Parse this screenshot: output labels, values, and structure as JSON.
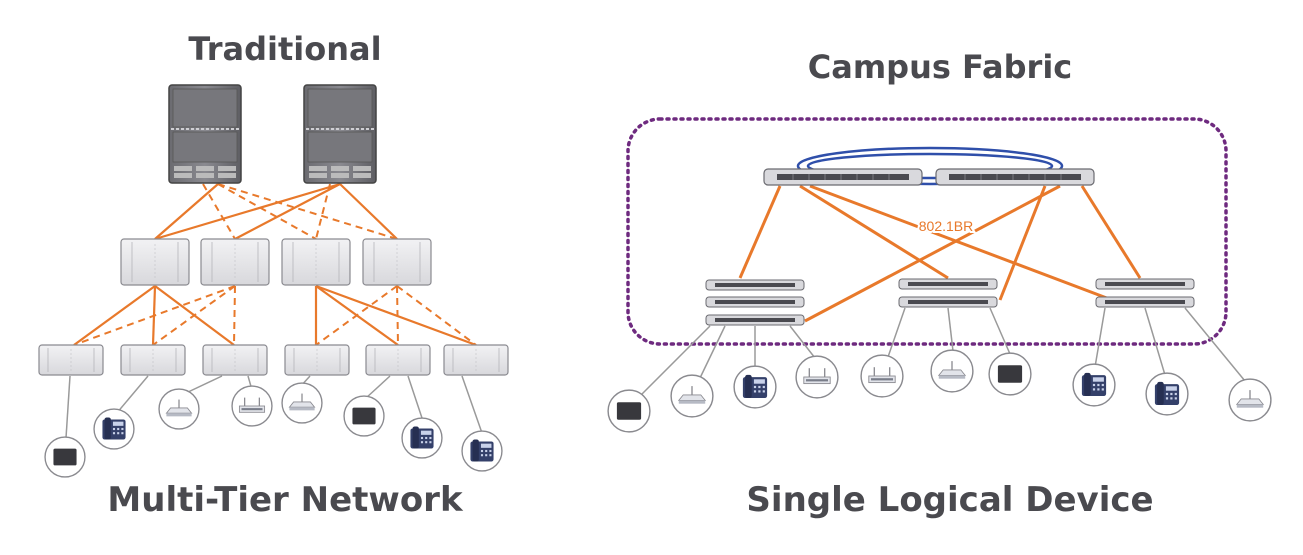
{
  "left_panel": {
    "title": "Traditional",
    "caption": "Multi-Tier Network"
  },
  "right_panel": {
    "title": "Campus Fabric",
    "caption": "Single Logical Device",
    "link_label": "802.1BR"
  },
  "colors": {
    "text": "#4a4a4f",
    "link_orange": "#e8792b",
    "ring_blue": "#2f4faa",
    "fabric_border_purple": "#6e2a7f",
    "endpoint_line_gray": "#9a9a9a",
    "device_fill": "#e6e6e8"
  },
  "icons": [
    "chassis-core-switch",
    "aggregation-switch",
    "access-switch",
    "laptop-icon",
    "ip-phone-icon",
    "wireless-ap-icon"
  ]
}
